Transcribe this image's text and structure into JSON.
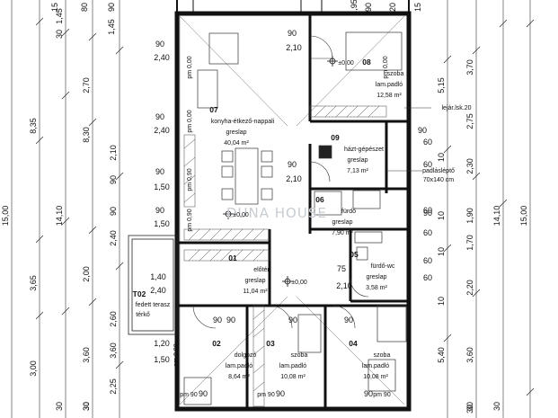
{
  "dimensions": {
    "top_row": [
      "15",
      "80",
      "90",
      "1,45",
      "1,95",
      "90",
      "20",
      "15"
    ],
    "left_outer": [
      "15,00"
    ],
    "left_mid": [
      "8,35",
      "3,65",
      "3,00"
    ],
    "left_inner": [
      "30",
      "1,45",
      "2,70",
      "8,30",
      "14,10",
      "2,40",
      "2,00",
      "2,60",
      "3,60",
      "2,25",
      "30"
    ],
    "left_col4": [
      "2,10",
      "90",
      "90",
      "3,60"
    ],
    "right_inner": [
      "5,15",
      "3,70",
      "2,75",
      "2,30",
      "1,90",
      "1,70",
      "2,20",
      "5,40",
      "3,60",
      "30"
    ],
    "right_mid": [
      "10",
      "10",
      "10",
      "10"
    ],
    "right_outer": [
      "14,10",
      "15,00"
    ],
    "bottom_row": [
      "30",
      "30",
      "30",
      "30"
    ],
    "openings": [
      "90",
      "2,40",
      "90",
      "2,40",
      "90",
      "1,50",
      "90",
      "1,50",
      "1,40",
      "2,40",
      "1,20",
      "1,50",
      "90",
      "2,10",
      "90",
      "2,10",
      "75",
      "2,10",
      "60",
      "60",
      "60",
      "90",
      "90",
      "60",
      "60",
      "60",
      "90",
      "90",
      "90",
      "90",
      "90",
      "90",
      "90"
    ],
    "parapet": [
      "pm 0,00",
      "pm 0,00",
      "pm 0,90",
      "pm 0,90",
      "pm 0,90",
      "pm 0,00",
      "pm 90",
      "pm 90",
      "pm 90"
    ]
  },
  "rooms": [
    {
      "number": "07",
      "name": "konyha-étkező-nappali",
      "floor": "greslap",
      "area": "40,04 m²"
    },
    {
      "number": "08",
      "name": "szoba",
      "floor": "lam.padló",
      "area": "12,58 m²"
    },
    {
      "number": "09",
      "name": "házt-gépészet",
      "floor": "greslap",
      "area": "7,13 m²"
    },
    {
      "number": "06",
      "name": "fürdő",
      "floor": "greslap",
      "area": "7,90 m²"
    },
    {
      "number": "05",
      "name": "fürdő-wc",
      "floor": "greslap",
      "area": "3,58 m²"
    },
    {
      "number": "01",
      "name": "előtér",
      "floor": "greslap",
      "area": "11,04 m²"
    },
    {
      "number": "02",
      "name": "dolgozó",
      "floor": "lam.padló",
      "area": "8,64 m²"
    },
    {
      "number": "03",
      "name": "szoba",
      "floor": "lam.padló",
      "area": "10,08 m²"
    },
    {
      "number": "04",
      "name": "szoba",
      "floor": "lam.padló",
      "area": "10,08 m²"
    }
  ],
  "terrace": {
    "number": "T02",
    "name": "fedett terasz",
    "floor": "térkő"
  },
  "levels": [
    "±0,00",
    "±0,00",
    "±0,00",
    "±0,00"
  ],
  "annotations": {
    "lejaro": "lejár.lsk.20",
    "padlas": "padlásléptő",
    "padlas_size": "70x140 cm"
  },
  "watermark": "DUNA HOUSE",
  "colors": {
    "wall": "#111111",
    "line": "#222222",
    "dim": "#333333",
    "hatch": "#444444"
  }
}
